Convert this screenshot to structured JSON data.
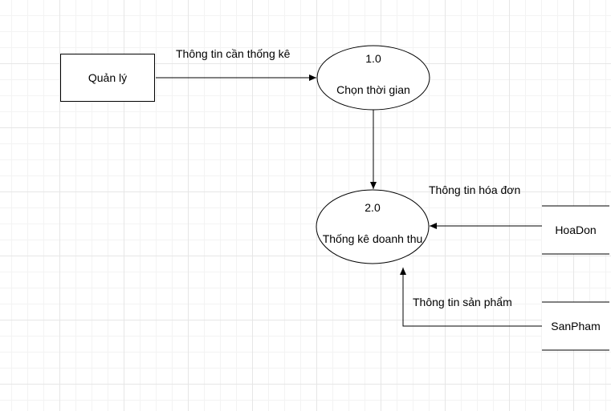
{
  "external_entity": {
    "label": "Quản lý"
  },
  "processes": [
    {
      "id": "1.0",
      "name": "Chọn thời gian"
    },
    {
      "id": "2.0",
      "name": "Thống kê doanh thu"
    }
  ],
  "data_stores": [
    {
      "name": "HoaDon"
    },
    {
      "name": "SanPham"
    }
  ],
  "flows": [
    {
      "label": "Thông tin cần thống kê"
    },
    {
      "label": "Thông tin hóa đơn"
    },
    {
      "label": "Thông tin sản phẩm"
    }
  ]
}
